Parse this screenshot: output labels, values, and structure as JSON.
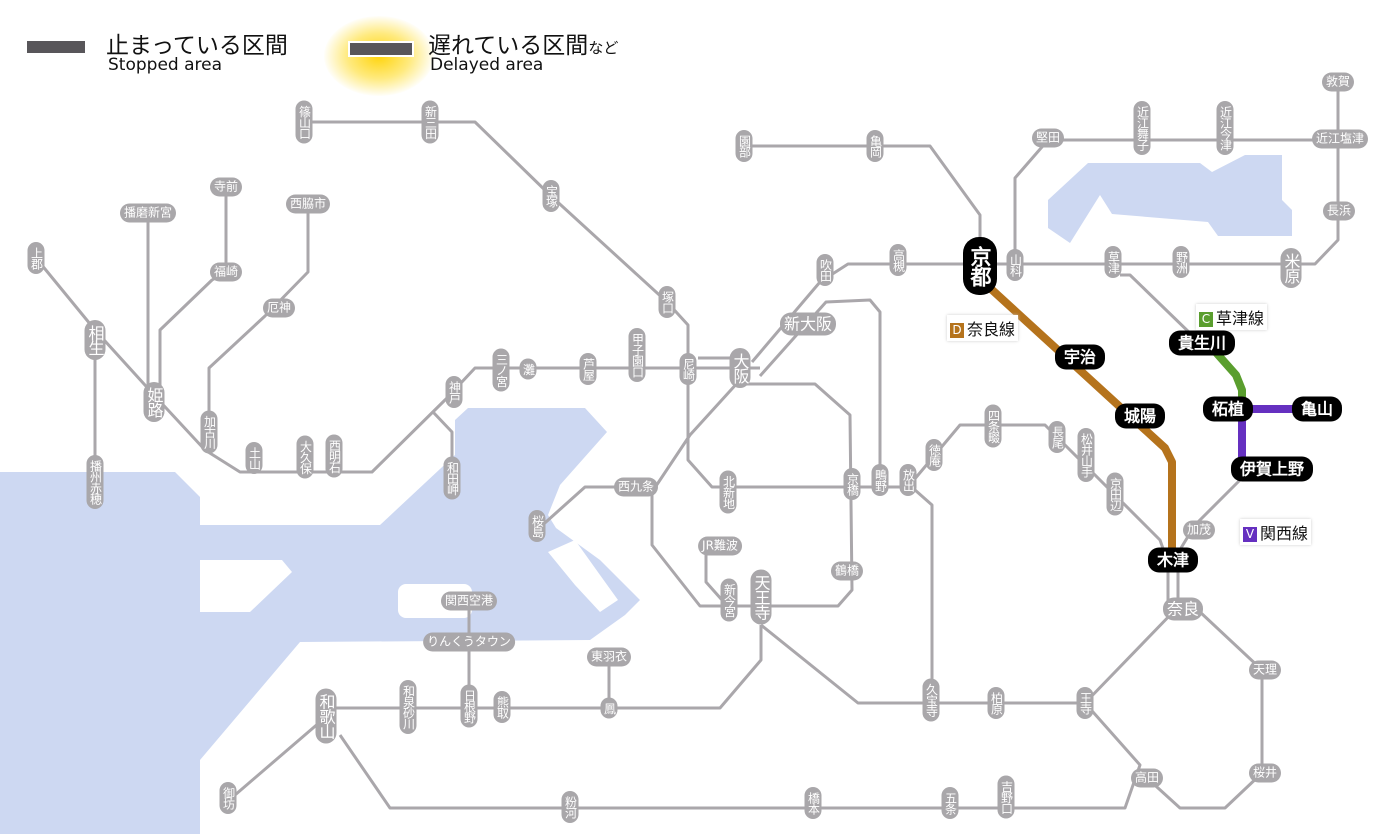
{
  "legend": {
    "stopped_jp": "止まっている区間",
    "stopped_en": "Stopped area",
    "delayed_jp": "遅れている区間",
    "delayed_jp_suffix": "など",
    "delayed_en": "Delayed area",
    "stopped_color": "#58565a",
    "delayed_glow_color": "#ffd200"
  },
  "colors": {
    "water": "#cdd8f2",
    "normal_line": "#aaa7ab",
    "station_pill": "#a9a7aa",
    "nara_line": "#b5731c",
    "kusatsu_line": "#5a9e2e",
    "kansai_line": "#6530c0"
  },
  "line_labels": [
    {
      "code": "D",
      "name": "奈良線",
      "color": "#b5731c"
    },
    {
      "code": "C",
      "name": "草津線",
      "color": "#5a9e2e"
    },
    {
      "code": "V",
      "name": "関西線",
      "color": "#6530c0"
    }
  ],
  "stations": [
    {
      "name": "篠山口"
    },
    {
      "name": "新三田"
    },
    {
      "name": "寺前"
    },
    {
      "name": "播磨新宮"
    },
    {
      "name": "西脇市"
    },
    {
      "name": "上郡"
    },
    {
      "name": "福崎"
    },
    {
      "name": "厄神"
    },
    {
      "name": "相生"
    },
    {
      "name": "姫路"
    },
    {
      "name": "加古川"
    },
    {
      "name": "土山"
    },
    {
      "name": "大久保"
    },
    {
      "name": "西明石"
    },
    {
      "name": "神戸"
    },
    {
      "name": "和田岬"
    },
    {
      "name": "播州赤穂"
    },
    {
      "name": "三ノ宮"
    },
    {
      "name": "灘"
    },
    {
      "name": "芦屋"
    },
    {
      "name": "甲子園口"
    },
    {
      "name": "尼崎"
    },
    {
      "name": "大阪"
    },
    {
      "name": "宝塚"
    },
    {
      "name": "塚口"
    },
    {
      "name": "新大阪"
    },
    {
      "name": "吹田"
    },
    {
      "name": "高槻"
    },
    {
      "name": "園部"
    },
    {
      "name": "亀岡"
    },
    {
      "name": "山科"
    },
    {
      "name": "堅田"
    },
    {
      "name": "近江舞子"
    },
    {
      "name": "近江今津"
    },
    {
      "name": "敦賀"
    },
    {
      "name": "近江塩津"
    },
    {
      "name": "長浜"
    },
    {
      "name": "米原"
    },
    {
      "name": "草津"
    },
    {
      "name": "野洲"
    },
    {
      "name": "西九条"
    },
    {
      "name": "桜島"
    },
    {
      "name": "北新地"
    },
    {
      "name": "京橋"
    },
    {
      "name": "鴫野"
    },
    {
      "name": "放出"
    },
    {
      "name": "徳庵"
    },
    {
      "name": "四条畷"
    },
    {
      "name": "長尾"
    },
    {
      "name": "松井山手"
    },
    {
      "name": "京田辺"
    },
    {
      "name": "加茂"
    },
    {
      "name": "JR難波"
    },
    {
      "name": "新今宮"
    },
    {
      "name": "天王寺"
    },
    {
      "name": "鶴橋"
    },
    {
      "name": "関西空港"
    },
    {
      "name": "りんくうタウン"
    },
    {
      "name": "東羽衣"
    },
    {
      "name": "鳳"
    },
    {
      "name": "熊取"
    },
    {
      "name": "日根野"
    },
    {
      "name": "和泉砂川"
    },
    {
      "name": "和歌山"
    },
    {
      "name": "御坊"
    },
    {
      "name": "粉河"
    },
    {
      "name": "橋本"
    },
    {
      "name": "五条"
    },
    {
      "name": "吉野口"
    },
    {
      "name": "久宝寺"
    },
    {
      "name": "柏原"
    },
    {
      "name": "王寺"
    },
    {
      "name": "高田"
    },
    {
      "name": "奈良"
    },
    {
      "name": "天理"
    },
    {
      "name": "桜井"
    }
  ],
  "affected_stations": [
    {
      "name": "京都"
    },
    {
      "name": "宇治"
    },
    {
      "name": "城陽"
    },
    {
      "name": "木津"
    },
    {
      "name": "貴生川"
    },
    {
      "name": "柘植"
    },
    {
      "name": "亀山"
    },
    {
      "name": "伊賀上野"
    }
  ]
}
